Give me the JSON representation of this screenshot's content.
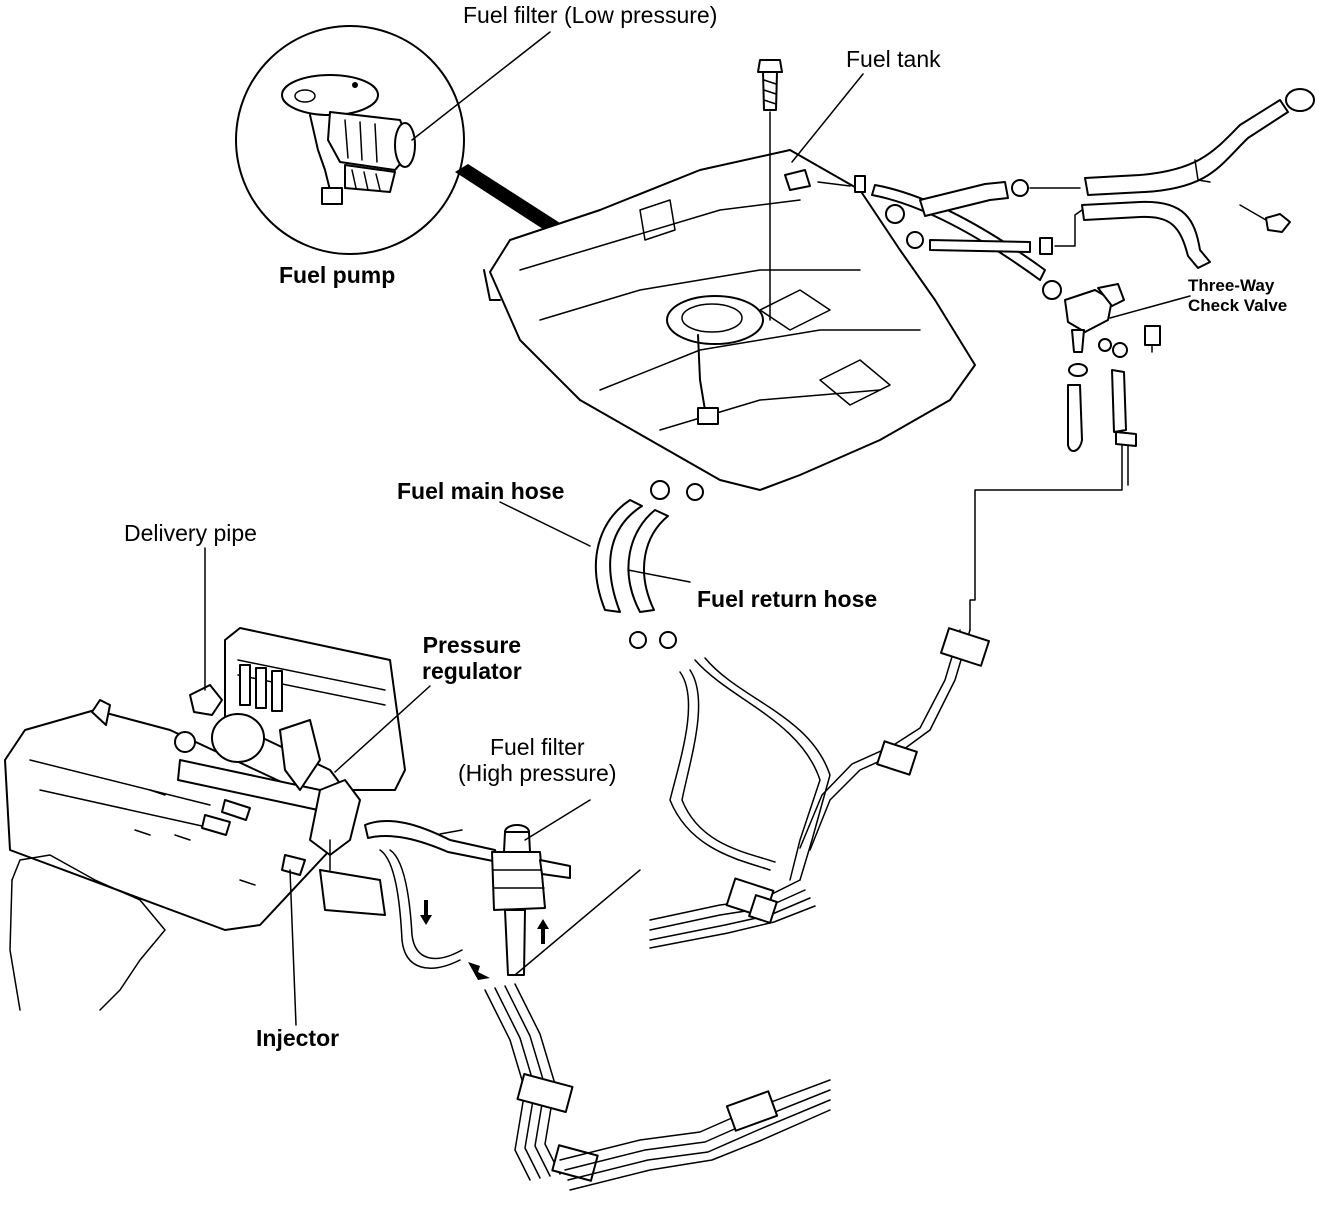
{
  "labels": {
    "fuel_filter_low": "Fuel filter (Low pressure)",
    "fuel_pump": "Fuel pump",
    "fuel_tank": "Fuel tank",
    "three_way_check_valve_line1": "Three-Way",
    "three_way_check_valve_line2": "Check Valve",
    "fuel_main_hose": "Fuel main hose",
    "fuel_return_hose": "Fuel return hose",
    "delivery_pipe": "Delivery pipe",
    "pressure_regulator_line1": "Pressure",
    "pressure_regulator_line2": "regulator",
    "fuel_filter_high_line1": "Fuel filter",
    "fuel_filter_high_line2": "(High pressure)",
    "injector": "Injector"
  }
}
